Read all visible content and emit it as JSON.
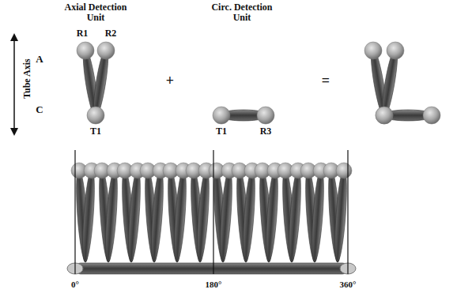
{
  "diagram": {
    "labels": [
      "Axial Detection Unit",
      "Circ. Detection Unit",
      "R1",
      "R2",
      "Tube Axis",
      "A",
      "C",
      "T1",
      "+",
      "T1",
      "R3",
      "=",
      "0°",
      "180°",
      "360°"
    ]
  }
}
